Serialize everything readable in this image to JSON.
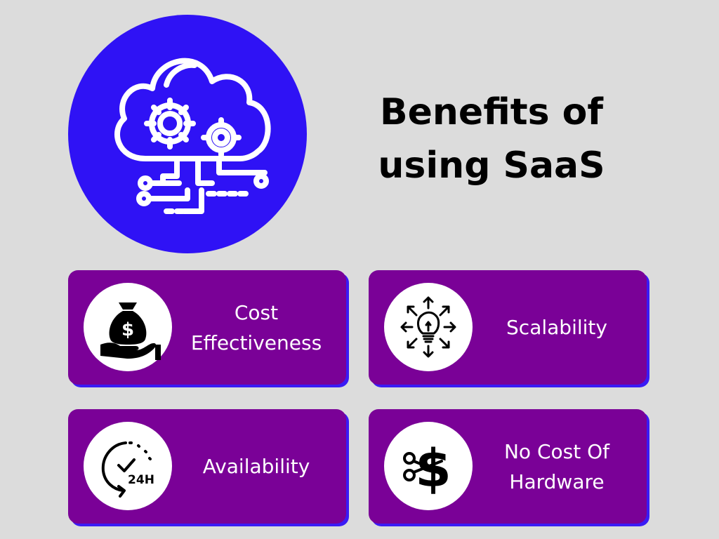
{
  "title": {
    "line1": "Benefits of",
    "line2": "using SaaS"
  },
  "hero": {
    "icon": "cloud-gears-circuit-icon"
  },
  "cards": [
    {
      "line1": "Cost",
      "line2": "Effectiveness",
      "icon": "money-bag-hand-icon"
    },
    {
      "line1": "Scalability",
      "icon": "lightbulb-arrows-icon"
    },
    {
      "line1": "Availability",
      "icon": "clock-24h-icon"
    },
    {
      "line1": "No Cost Of",
      "line2": "Hardware",
      "icon": "dollar-scissors-icon"
    }
  ],
  "colors": {
    "background": "#dcdcdc",
    "hero_circle": "#2f12f5",
    "card": "#7a0197",
    "card_shadow": "#3a1bf5",
    "text_light": "#ffffff",
    "text_dark": "#000000"
  }
}
